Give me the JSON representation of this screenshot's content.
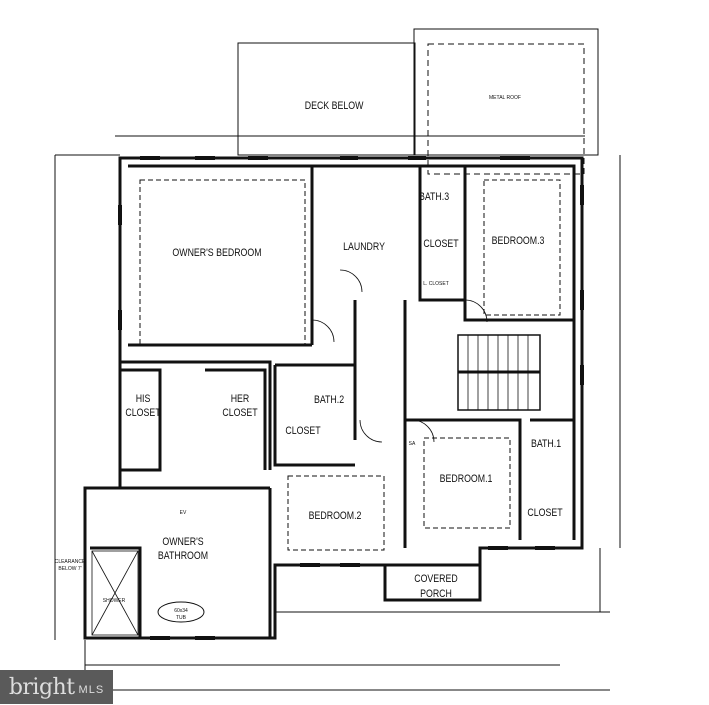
{
  "plan": {
    "deck_below": "DECK BELOW",
    "metal_roof": "METAL ROOF",
    "rooms": {
      "owners_bedroom": "OWNER'S BEDROOM",
      "laundry": "LAUNDRY",
      "bath_3": "BATH.3",
      "closet_b3": "CLOSET",
      "linen_closet": "L. CLOSET",
      "bedroom_3": "BEDROOM.3",
      "his_closet_1": "HIS",
      "his_closet_2": "CLOSET",
      "her_closet_1": "HER",
      "her_closet_2": "CLOSET",
      "bath_2": "BATH.2",
      "closet_b2": "CLOSET",
      "bath_1": "BATH.1",
      "bedroom_1": "BEDROOM.1",
      "closet_b1": "CLOSET",
      "bedroom_2": "BEDROOM.2",
      "owners_bathroom_1": "OWNER'S",
      "owners_bathroom_2": "BATHROOM",
      "covered_porch_1": "COVERED",
      "covered_porch_2": "PORCH"
    },
    "fixtures": {
      "tub_1": "60x34",
      "tub_2": "TUB",
      "shower": "SHOWER",
      "clearance_1": "CLEARANCE",
      "clearance_2": "BELOW 7'",
      "ev": "EV",
      "sa": "SA"
    }
  },
  "watermark": {
    "brand": "bright",
    "suffix": "MLS",
    "background": "#5a5a5a"
  }
}
